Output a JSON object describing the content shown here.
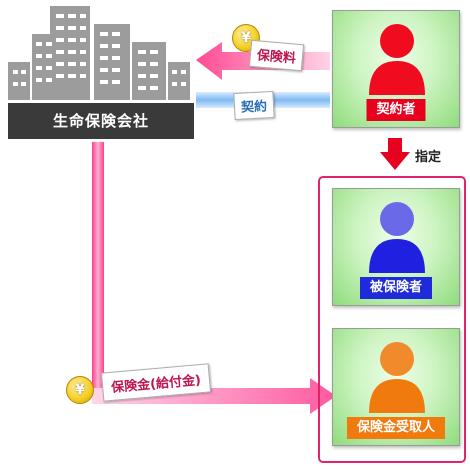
{
  "company": {
    "name": "生命保険会社"
  },
  "flows": {
    "premium_label": "保険料",
    "contract_label": "契約",
    "designate_label": "指定",
    "benefit_label": "保険金(給付金)",
    "coin_symbol": "¥"
  },
  "roles": {
    "policyholder": "契約者",
    "insured": "被保険者",
    "beneficiary": "保険金受取人"
  },
  "colors": {
    "policyholder": "#e8001f",
    "insured": "#1f2bd8",
    "beneficiary": "#f07a0e",
    "arrow_pink": "#f05aa0",
    "contract_blue": "#6fb0f0",
    "designate_red": "#e8001f",
    "box_border": "#e0236a"
  }
}
